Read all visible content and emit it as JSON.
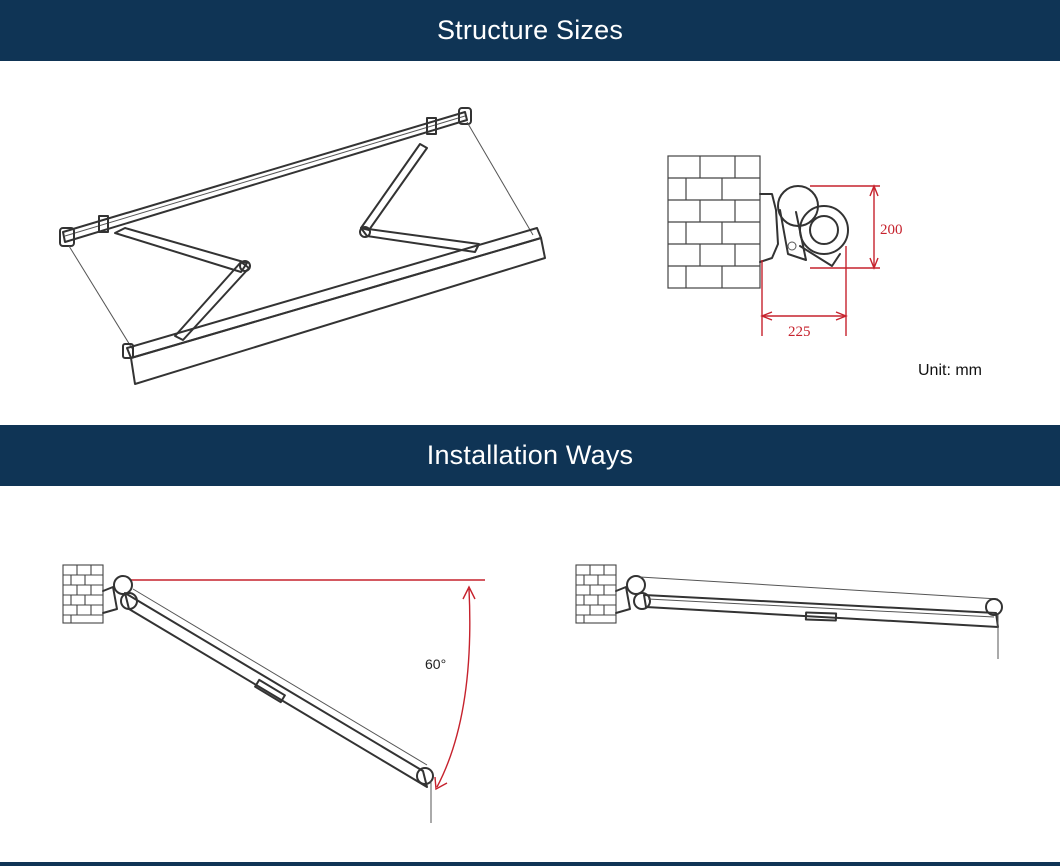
{
  "sections": [
    {
      "title": "Structure Sizes"
    },
    {
      "title": "Installation Ways"
    }
  ],
  "structure_sizes": {
    "height_dimension": "200",
    "projection_dimension": "225",
    "unit_label": "Unit: mm"
  },
  "installation_ways": {
    "angle_label": "60°"
  },
  "colors": {
    "banner": "#0f3455",
    "dimension": "#c6222d",
    "line": "#333333"
  }
}
